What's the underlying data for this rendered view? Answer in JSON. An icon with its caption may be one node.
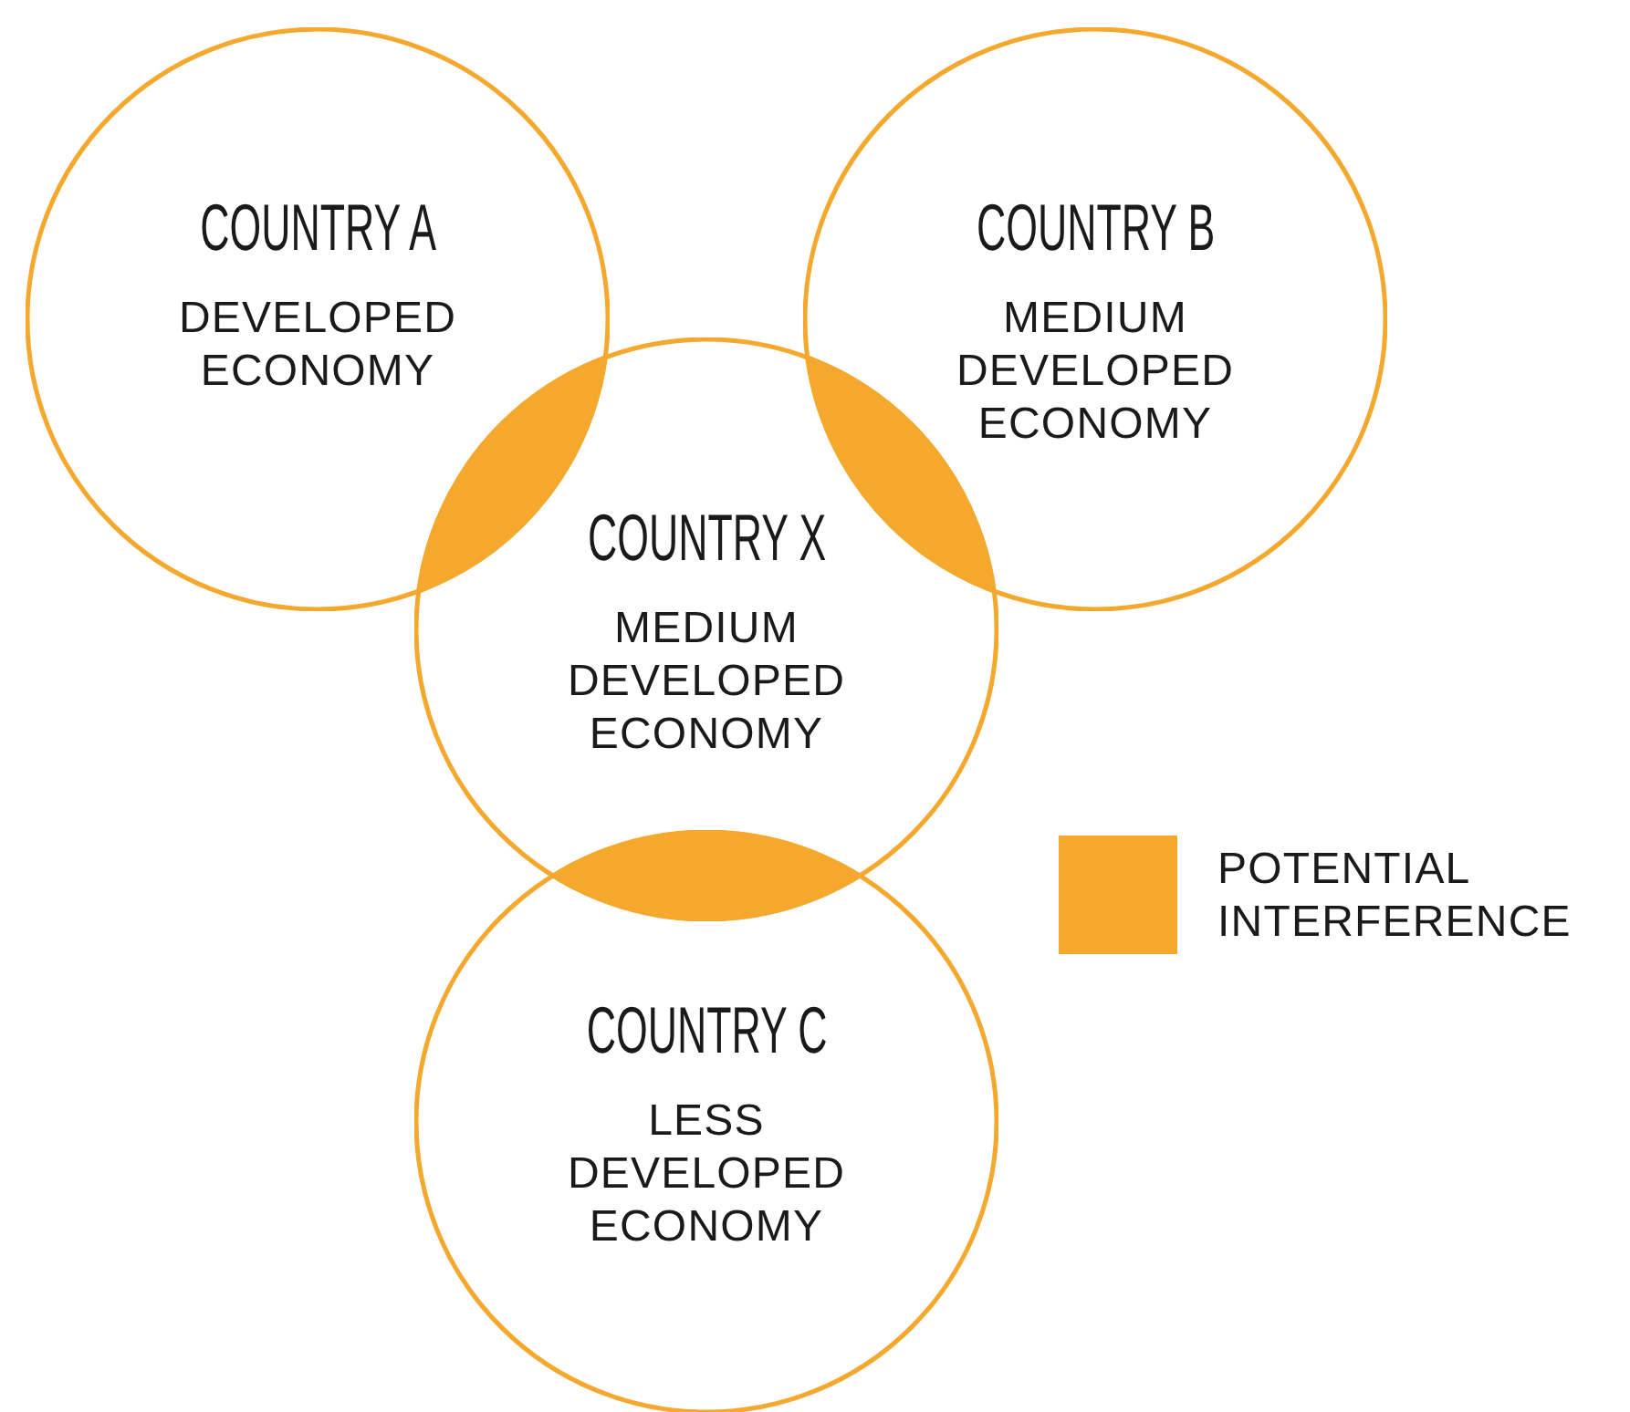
{
  "diagram": {
    "nodes": [
      {
        "text": [
          "COUNTRY A",
          "DEVELOPED ECONOMY"
        ]
      },
      {
        "text": [
          "COUNTRY B",
          "MEDIUM DEVELOPED ECONOMY"
        ]
      },
      {
        "text": [
          "COUNTRY X",
          "MEDIUM DEVELOPED ECONOMY"
        ]
      },
      {
        "text": [
          "COUNTRY C",
          "LESS DEVELOPED ECONOMY"
        ]
      }
    ],
    "legend": [
      {
        "text": "POTENTIAL INTERFERENCE",
        "color": "#f7a82f"
      }
    ]
  }
}
